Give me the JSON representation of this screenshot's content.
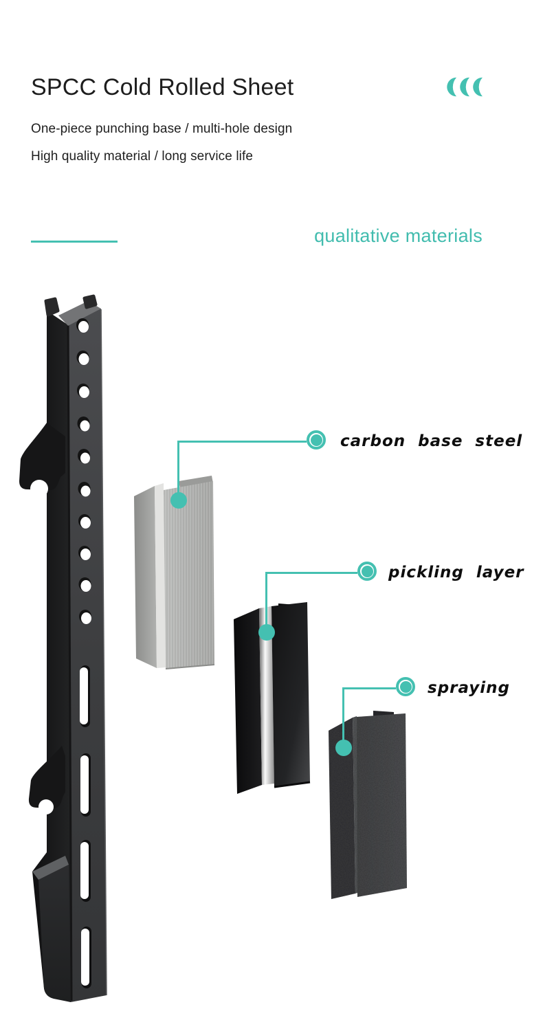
{
  "header": {
    "title": "SPCC Cold Rolled Sheet",
    "subtitle_line1": "One-piece punching base / multi-hole design",
    "subtitle_line2": "High quality material / long service life",
    "decor_marks": "((("
  },
  "section": {
    "heading": "qualitative materials"
  },
  "callouts": [
    {
      "id": "carbon-base-steel",
      "label": "carbon base steel"
    },
    {
      "id": "pickling-layer",
      "label": "pickling layer"
    },
    {
      "id": "spraying",
      "label": "spraying"
    }
  ],
  "product": {
    "main_image": "black punched mounting bracket with holes, slots and hooks",
    "layer_images": [
      "brushed silver steel channel (carbon base steel)",
      "glossy black channel (pickling layer)",
      "textured dark grey channel (spraying)"
    ]
  },
  "icons": {
    "decor": "triple-crescent-icon",
    "callout_marker": "ring-dot-icon"
  },
  "colors": {
    "accent": "#44c0b1",
    "title_text": "#1d1d1d",
    "body_text": "#1e1e1e",
    "label_text": "#0e0e0e",
    "background": "#ffffff"
  }
}
